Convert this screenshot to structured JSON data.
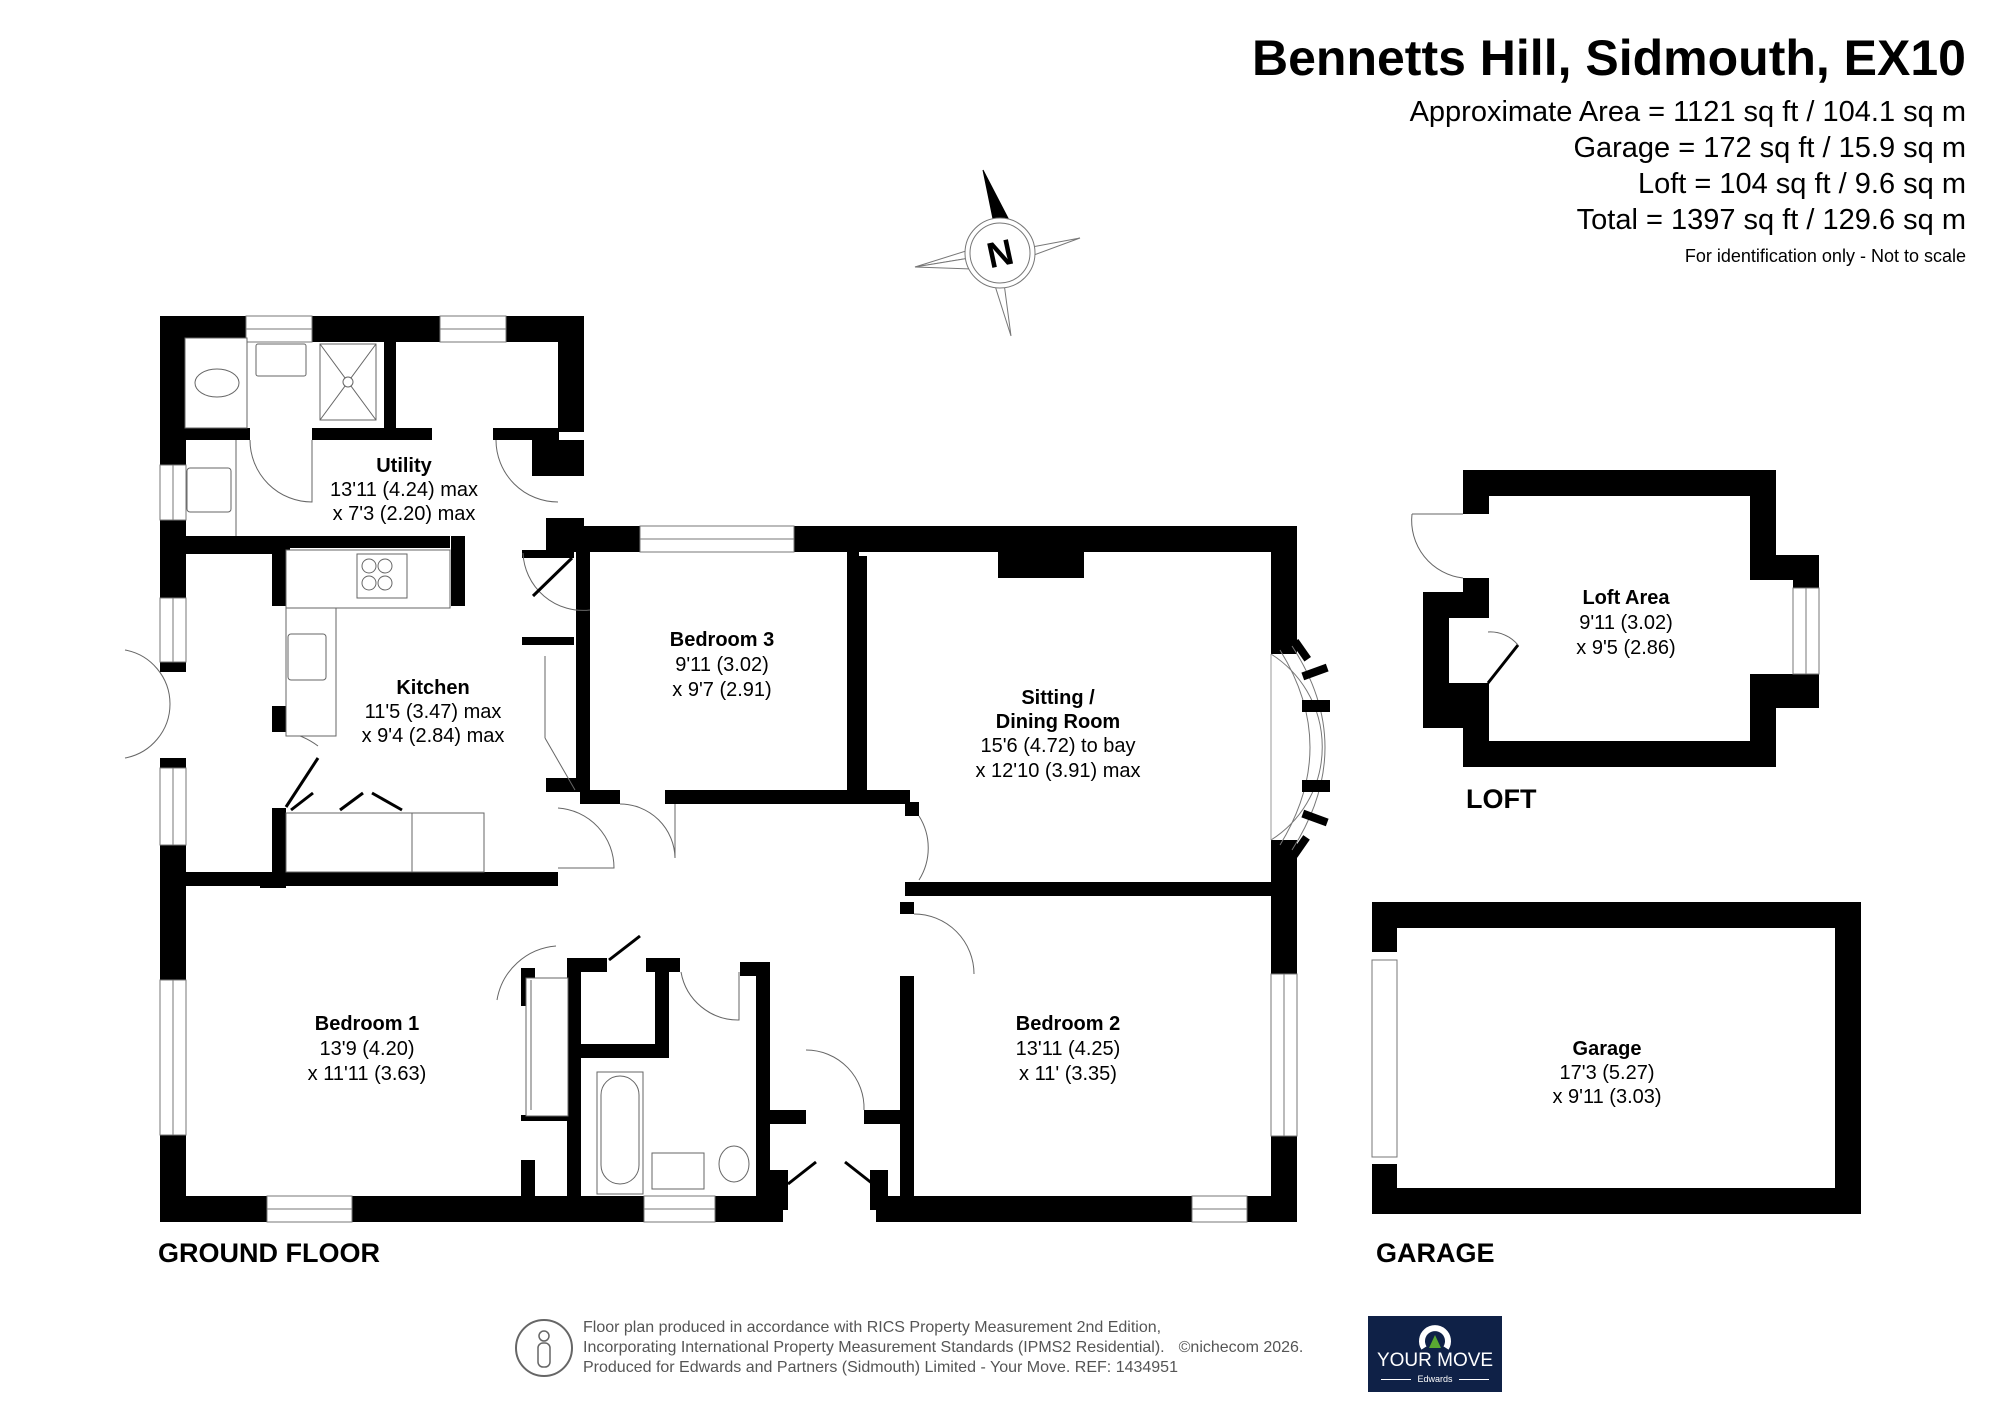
{
  "header": {
    "title": "Bennetts Hill, Sidmouth, EX10",
    "areas": [
      "Approximate Area = 1121 sq ft / 104.1 sq m",
      "Garage = 172 sq ft / 15.9 sq m",
      "Loft = 104 sq ft / 9.6 sq m",
      "Total = 1397 sq ft / 129.6 sq m"
    ],
    "disclaimer": "For identification only - Not to scale"
  },
  "compass": {
    "label": "N",
    "icon": "compass-north-icon"
  },
  "floors": {
    "ground": {
      "label": "GROUND FLOOR",
      "rooms": [
        {
          "name": "Utility",
          "dim1": "13'11 (4.24) max",
          "dim2": "x 7'3 (2.20) max"
        },
        {
          "name": "Kitchen",
          "dim1": "11'5 (3.47) max",
          "dim2": "x 9'4 (2.84) max"
        },
        {
          "name": "Bedroom 3",
          "dim1": "9'11 (3.02)",
          "dim2": "x 9'7 (2.91)"
        },
        {
          "name": "Sitting /",
          "name2": "Dining Room",
          "dim1": "15'6 (4.72) to bay",
          "dim2": "x 12'10 (3.91) max"
        },
        {
          "name": "Bedroom 1",
          "dim1": "13'9 (4.20)",
          "dim2": "x 11'11 (3.63)"
        },
        {
          "name": "Bedroom 2",
          "dim1": "13'11 (4.25)",
          "dim2": "x 11' (3.35)"
        }
      ]
    },
    "loft": {
      "label": "LOFT",
      "rooms": [
        {
          "name": "Loft Area",
          "dim1": "9'11 (3.02)",
          "dim2": "x 9'5 (2.86)"
        }
      ]
    },
    "garage": {
      "label": "GARAGE",
      "rooms": [
        {
          "name": "Garage",
          "dim1": "17'3 (5.27)",
          "dim2": "x 9'11 (3.03)"
        }
      ]
    }
  },
  "footer": {
    "lines": [
      "Floor plan produced in accordance with RICS Property Measurement 2nd Edition,",
      "Incorporating International Property Measurement Standards (IPMS2 Residential).",
      "Produced for Edwards and Partners (Sidmouth) Limited - Your Move.   REF:  1434951"
    ],
    "copyright": "©nichecom 2026.",
    "logo": {
      "name": "YOUR MOVE",
      "sub": "Edwards",
      "bg": "#0f2147",
      "accent": "#5aa832"
    }
  }
}
